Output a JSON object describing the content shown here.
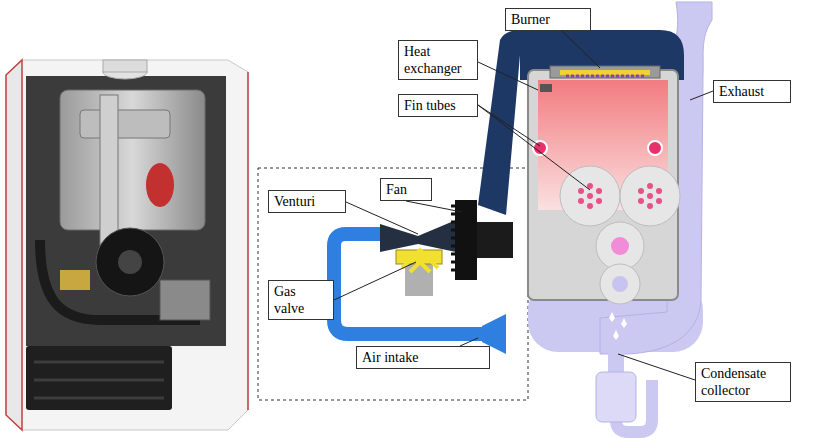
{
  "diagram": {
    "nodes": [
      {
        "text": [
          "Burner"
        ]
      },
      {
        "text": [
          "Heat exchanger"
        ]
      },
      {
        "text": [
          "Fin tubes"
        ]
      },
      {
        "text": [
          "Exhaust"
        ]
      },
      {
        "text": [
          "Venturi"
        ]
      },
      {
        "text": [
          "Fan"
        ]
      },
      {
        "text": [
          "Gas valve"
        ]
      },
      {
        "text": [
          "Air intake"
        ]
      },
      {
        "text": [
          "Condensate collector"
        ]
      }
    ]
  }
}
